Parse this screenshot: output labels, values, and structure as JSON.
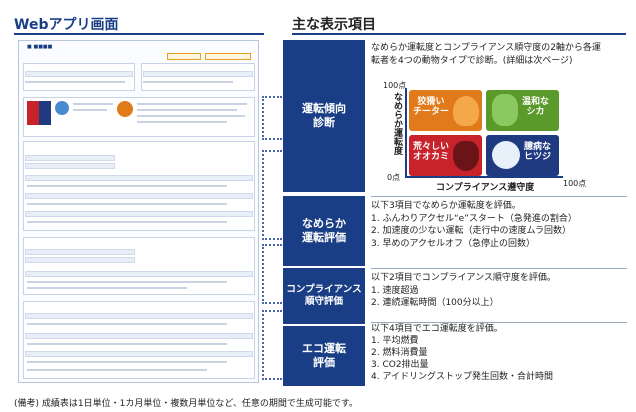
{
  "header": {
    "left_title": "Webアプリ画面",
    "right_title": "主な表示項目"
  },
  "colors": {
    "brand": "#1a3e86",
    "orange": "#e07a1a",
    "green": "#5a9a2a",
    "red": "#c8222a",
    "navy": "#1f3a80"
  },
  "sections": [
    {
      "label": "運転傾向\n診断",
      "text": "なめらか運転度とコンプライアンス順守度の2軸から各運\n転者を4つの動物タイプで診断。(詳細は次ページ)"
    },
    {
      "label": "なめらか\n運転評価",
      "text": "以下3項目でなめらか運転度を評価。\n1. ふんわりアクセル“e”スタート（急発進の割合）\n2. 加速度の少ない運転（走行中の速度ムラ回数）\n3. 早めのアクセルオフ（急停止の回数）"
    },
    {
      "label": "コンプライアンス\n順守評価",
      "text": "以下2項目でコンプライアンス順守度を評価。\n1. 速度超過\n2. 連続運転時間（100分以上）"
    },
    {
      "label": "エコ運転\n評価",
      "text": "以下4項目でエコ運転度を評価。\n1. 平均燃費\n2. 燃料消費量\n3. CO2排出量\n4. アイドリングストップ発生回数・合計時間"
    }
  ],
  "quadrant": {
    "y_axis": "なめらか運転度",
    "x_axis": "コンプライアンス遵守度",
    "y_top": "100点",
    "origin": "0点",
    "x_right": "100点",
    "cells": [
      {
        "name": "狡猾い\nチーター",
        "color": "#e07a1a"
      },
      {
        "name": "温和な\nシカ",
        "color": "#5a9a2a"
      },
      {
        "name": "荒々しい\nオオカミ",
        "color": "#c8222a"
      },
      {
        "name": "臆病な\nヒツジ",
        "color": "#1f3a80"
      }
    ]
  },
  "note": "(備考) 成績表は1日単位・1カ月単位・複数月単位など、任意の期間で生成可能です。"
}
